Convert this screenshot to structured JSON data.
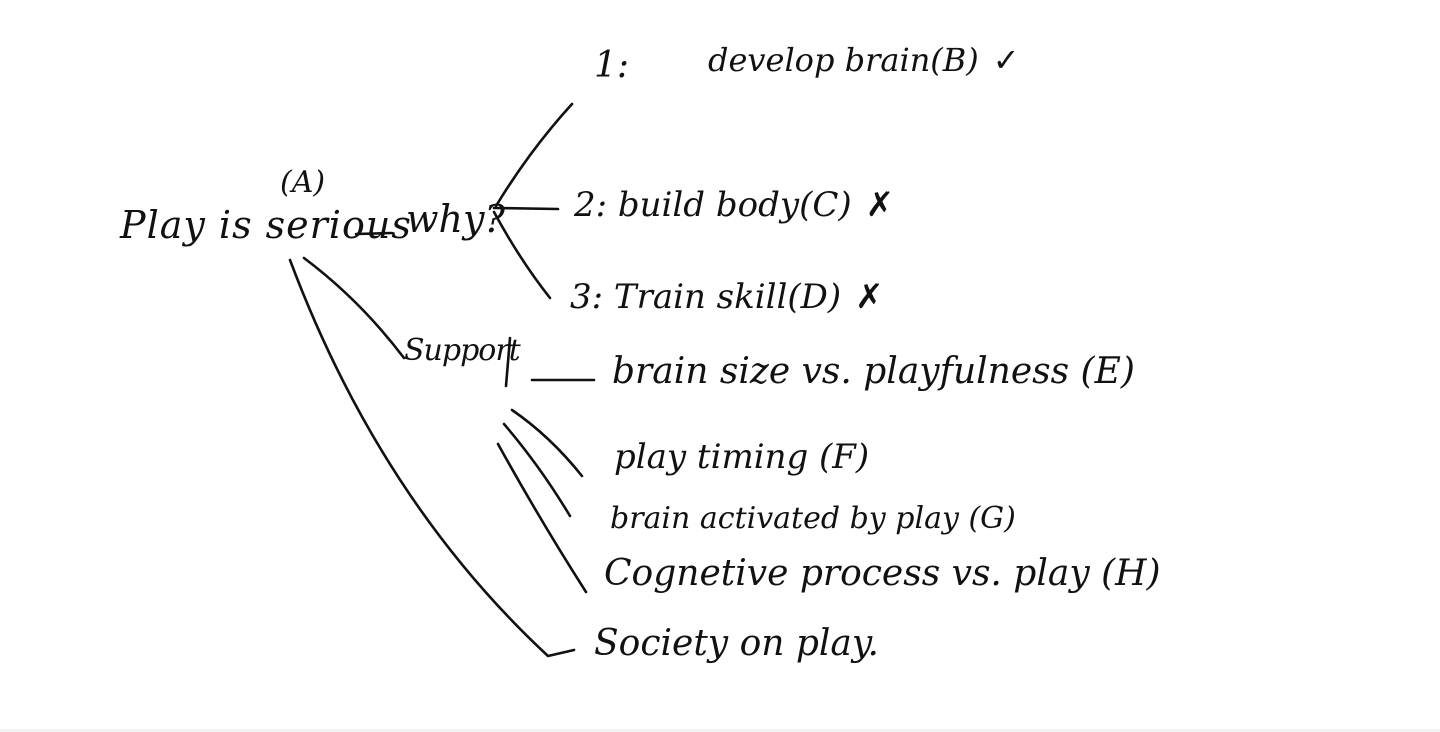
{
  "root": {
    "label": "Play is serious",
    "tag": "(A)"
  },
  "why": {
    "label": "why?",
    "reasons": [
      {
        "number": "1:",
        "text": "develop brain(B)",
        "mark": "✓"
      },
      {
        "number": "",
        "text": "2: build body(C)",
        "mark": "✗"
      },
      {
        "number": "",
        "text": "3: Train skill(D)",
        "mark": "✗"
      }
    ]
  },
  "support": {
    "label": "Support",
    "items": [
      {
        "text": "brain size   vs.   playfulness (E)"
      },
      {
        "text": "play timing   (F)"
      },
      {
        "text": "brain activated by play (G)"
      },
      {
        "text": "Cognetive process   vs.   play    (H)"
      }
    ]
  },
  "society": {
    "text": "Society  on  play."
  },
  "colors": {
    "ink": "#111111",
    "paper": "#ffffff"
  }
}
